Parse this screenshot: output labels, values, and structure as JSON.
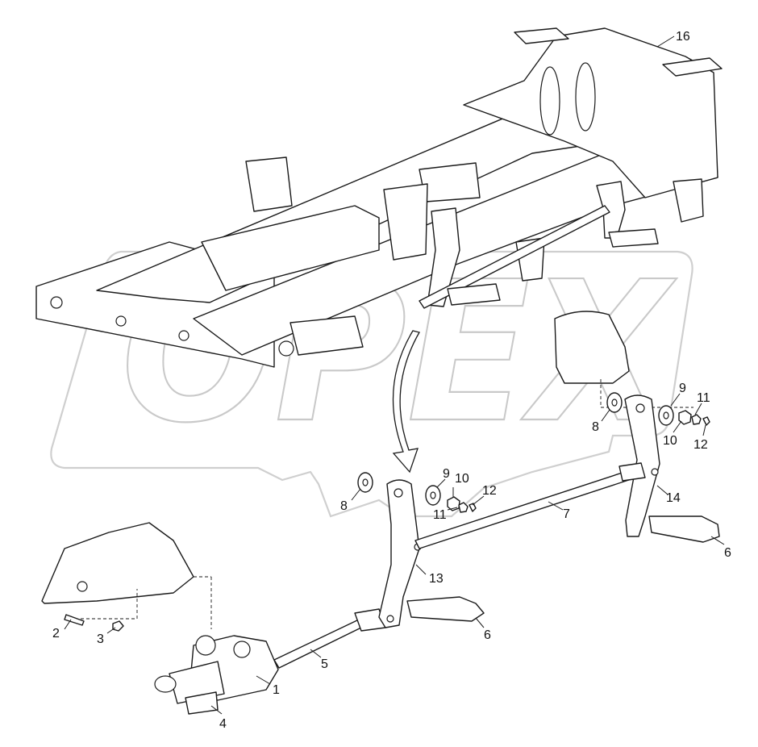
{
  "watermark": {
    "text": "OPEX",
    "color": "#c9c9c9"
  },
  "callouts": [
    {
      "id": "c1",
      "label": "1"
    },
    {
      "id": "c2",
      "label": "2"
    },
    {
      "id": "c3",
      "label": "3"
    },
    {
      "id": "c4",
      "label": "4"
    },
    {
      "id": "c5",
      "label": "5"
    },
    {
      "id": "c6a",
      "label": "6"
    },
    {
      "id": "c6b",
      "label": "6"
    },
    {
      "id": "c7",
      "label": "7"
    },
    {
      "id": "c8a",
      "label": "8"
    },
    {
      "id": "c8b",
      "label": "8"
    },
    {
      "id": "c9a",
      "label": "9"
    },
    {
      "id": "c9b",
      "label": "9"
    },
    {
      "id": "c10a",
      "label": "10"
    },
    {
      "id": "c10b",
      "label": "10"
    },
    {
      "id": "c11a",
      "label": "11"
    },
    {
      "id": "c11b",
      "label": "11"
    },
    {
      "id": "c12a",
      "label": "12"
    },
    {
      "id": "c12b",
      "label": "12"
    },
    {
      "id": "c13",
      "label": "13"
    },
    {
      "id": "c14",
      "label": "14"
    },
    {
      "id": "c16",
      "label": "16"
    }
  ],
  "colors": {
    "line": "#1a1a1a",
    "watermark": "#c9c9c9",
    "background": "#ffffff"
  }
}
